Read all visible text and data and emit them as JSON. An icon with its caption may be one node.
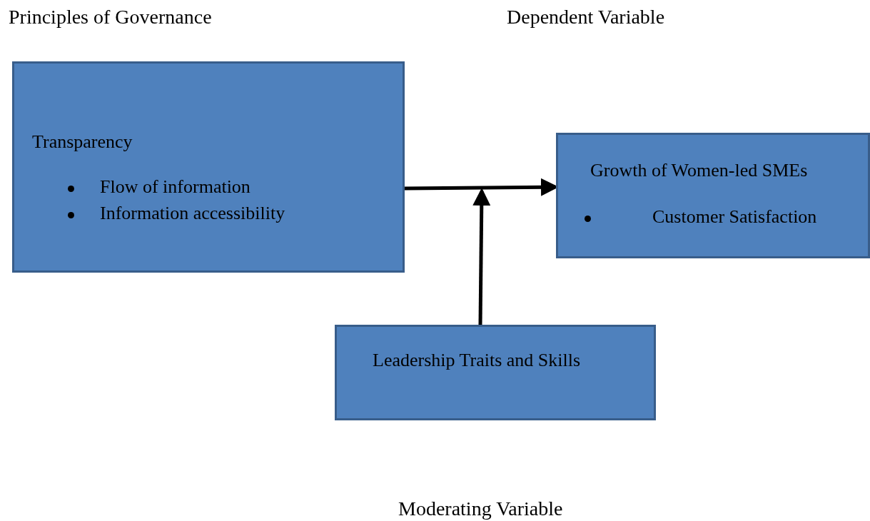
{
  "diagram": {
    "nodes": [
      {
        "text": [
          "Transparency",
          "Flow of information",
          "Information accessibility"
        ]
      },
      {
        "text": [
          "Growth of Women-led SMEs",
          "Customer Satisfaction"
        ]
      },
      {
        "text": [
          "Leadership Traits and Skills"
        ]
      }
    ],
    "edges": [
      {
        "from": 0,
        "to": 1,
        "arrow": "to"
      },
      {
        "from": 2,
        "to": null,
        "arrow": "to"
      }
    ],
    "labels": [
      "Principles of Governance",
      "Dependent Variable",
      "Moderating Variable"
    ]
  }
}
